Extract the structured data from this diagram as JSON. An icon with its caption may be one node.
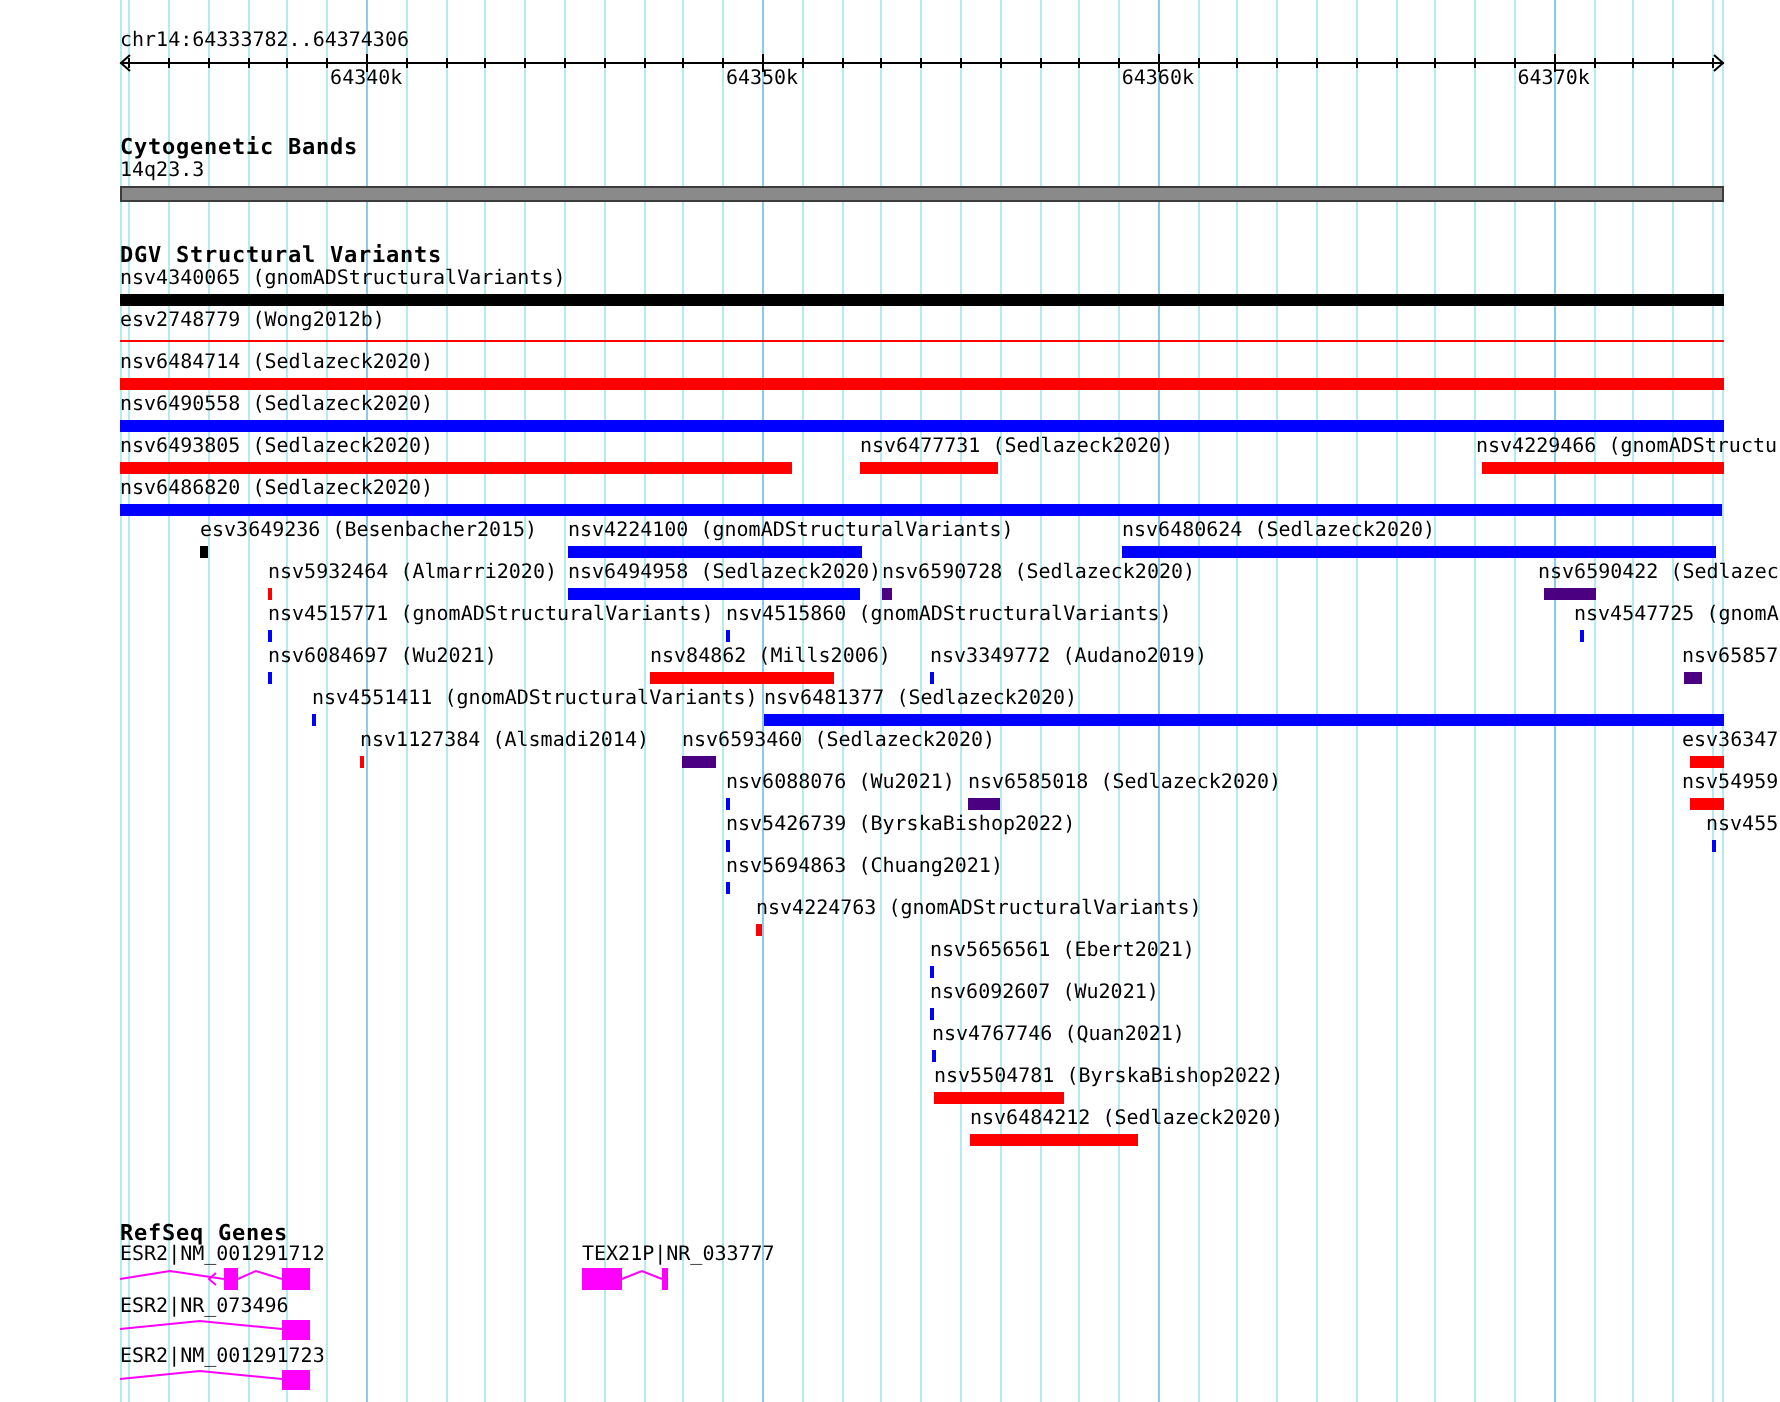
{
  "diagram": {
    "nodes": [
      {
        "text": [
          "14q23.3"
        ]
      },
      {
        "text": [
          "nsv4340065 (gnomADStructuralVariants)"
        ]
      },
      {
        "text": [
          "esv2748779 (Wong2012b)"
        ]
      },
      {
        "text": [
          "nsv6484714 (Sedlazeck2020)"
        ]
      },
      {
        "text": [
          "nsv6490558 (Sedlazeck2020)"
        ]
      },
      {
        "text": [
          "nsv6493805 (Sedlazeck2020)"
        ]
      },
      {
        "text": [
          "nsv6477731 (Sedlazeck2020)"
        ]
      },
      {
        "text": [
          "nsv4229466 (gnomADStructu"
        ]
      },
      {
        "text": [
          "nsv6486820 (Sedlazeck2020)"
        ]
      },
      {
        "text": [
          "esv3649236 (Besenbacher2015)"
        ]
      },
      {
        "text": [
          "nsv4224100 (gnomADStructuralVariants)"
        ]
      },
      {
        "text": [
          "nsv6480624 (Sedlazeck2020)"
        ]
      },
      {
        "text": [
          "nsv5932464 (Almarri2020)"
        ]
      },
      {
        "text": [
          "nsv6494958 (Sedlazeck2020)"
        ]
      },
      {
        "text": [
          "nsv6590728 (Sedlazeck2020)"
        ]
      },
      {
        "text": [
          "nsv6590422 (Sedlazec"
        ]
      },
      {
        "text": [
          "nsv4515771 (gnomADStructuralVariants)"
        ]
      },
      {
        "text": [
          "nsv4515860 (gnomADStructuralVariants)"
        ]
      },
      {
        "text": [
          "nsv4547725 (gnomA"
        ]
      },
      {
        "text": [
          "nsv6084697 (Wu2021)"
        ]
      },
      {
        "text": [
          "nsv84862 (Mills2006)"
        ]
      },
      {
        "text": [
          "nsv3349772 (Audano2019)"
        ]
      },
      {
        "text": [
          "nsv65857"
        ]
      },
      {
        "text": [
          "nsv4551411 (gnomADStructuralVariants)"
        ]
      },
      {
        "text": [
          "nsv6481377 (Sedlazeck2020)"
        ]
      },
      {
        "text": [
          "nsv1127384 (Alsmadi2014)"
        ]
      },
      {
        "text": [
          "nsv6593460 (Sedlazeck2020)"
        ]
      },
      {
        "text": [
          "esv36347"
        ]
      },
      {
        "text": [
          "nsv6088076 (Wu2021)"
        ]
      },
      {
        "text": [
          "nsv6585018 (Sedlazeck2020)"
        ]
      },
      {
        "text": [
          "nsv54959"
        ]
      },
      {
        "text": [
          "nsv5426739 (ByrskaBishop2022)"
        ]
      },
      {
        "text": [
          "nsv455"
        ]
      },
      {
        "text": [
          "nsv5694863 (Chuang2021)"
        ]
      },
      {
        "text": [
          "nsv4224763 (gnomADStructuralVariants)"
        ]
      },
      {
        "text": [
          "nsv5656561 (Ebert2021)"
        ]
      },
      {
        "text": [
          "nsv6092607 (Wu2021)"
        ]
      },
      {
        "text": [
          "nsv4767746 (Quan2021)"
        ]
      },
      {
        "text": [
          "nsv5504781 (ByrskaBishop2022)"
        ]
      },
      {
        "text": [
          "nsv6484212 (Sedlazeck2020)"
        ]
      },
      {
        "text": [
          "ESR2|NM_001291712"
        ]
      },
      {
        "text": [
          "TEX21P|NR_033777"
        ]
      },
      {
        "text": [
          "ESR2|NR_073496"
        ]
      },
      {
        "text": [
          "ESR2|NM_001291723"
        ]
      }
    ],
    "labels": [
      "chr14:64333782..64374306",
      "64340k",
      "64350k",
      "64360k",
      "64370k",
      "Cytogenetic Bands",
      "DGV Structural Variants",
      "RefSeq Genes"
    ]
  }
}
